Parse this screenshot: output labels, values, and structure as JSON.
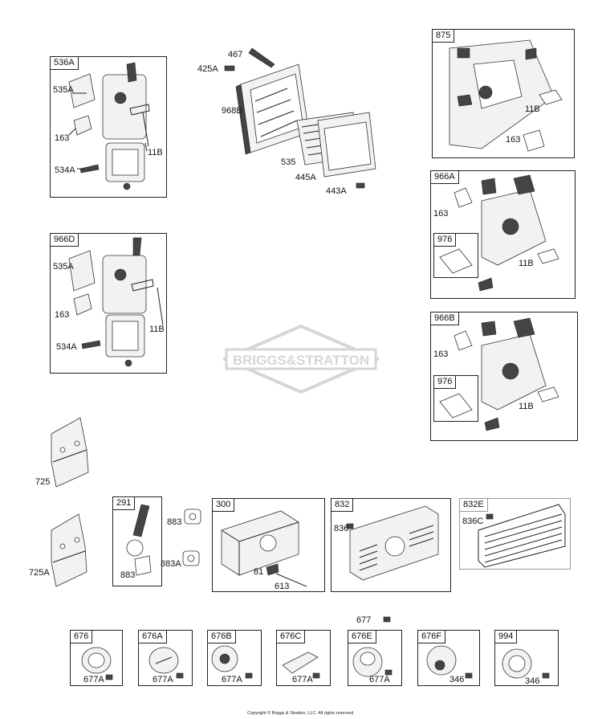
{
  "watermark": "BRIGGS&STRATTON",
  "copyright": "Copyright © Briggs & Stratton, LLC. All rights reserved.",
  "boxes": {
    "b536A": "536A",
    "b966D": "966D",
    "b875": "875",
    "b966A": "966A",
    "b976a": "976",
    "b966B": "966B",
    "b976b": "976",
    "b291": "291",
    "b300": "300",
    "b832": "832",
    "b832E": "832E",
    "b676": "676",
    "b676A": "676A",
    "b676B": "676B",
    "b676C": "676C",
    "b676E": "676E",
    "b676F": "676F",
    "b994": "994"
  },
  "labels": {
    "l535A_1": "535A",
    "l163_1": "163",
    "l534A_1": "534A",
    "l11B_1": "11B",
    "l467": "467",
    "l425A": "425A",
    "l968B": "968B",
    "l535": "535",
    "l445A": "445A",
    "l443A": "443A",
    "l11B_2": "11B",
    "l163_2": "163",
    "l163_3": "163",
    "l11B_3": "11B",
    "l535A_2": "535A",
    "l163_4": "163",
    "l534A_2": "534A",
    "l11B_4": "11B",
    "l163_5": "163",
    "l11B_5": "11B",
    "l725": "725",
    "l725A": "725A",
    "l883_1": "883",
    "l883_2": "883",
    "l883A": "883A",
    "l81": "81",
    "l613": "613",
    "l836": "836",
    "l836C": "836C",
    "l677": "677",
    "l677A_1": "677A",
    "l677A_2": "677A",
    "l677A_3": "677A",
    "l677A_4": "677A",
    "l677A_5": "677A",
    "l346_1": "346",
    "l346_2": "346"
  },
  "colors": {
    "line": "#222222",
    "frame_grey": "#999999",
    "watermark": "#d6d6d6"
  }
}
